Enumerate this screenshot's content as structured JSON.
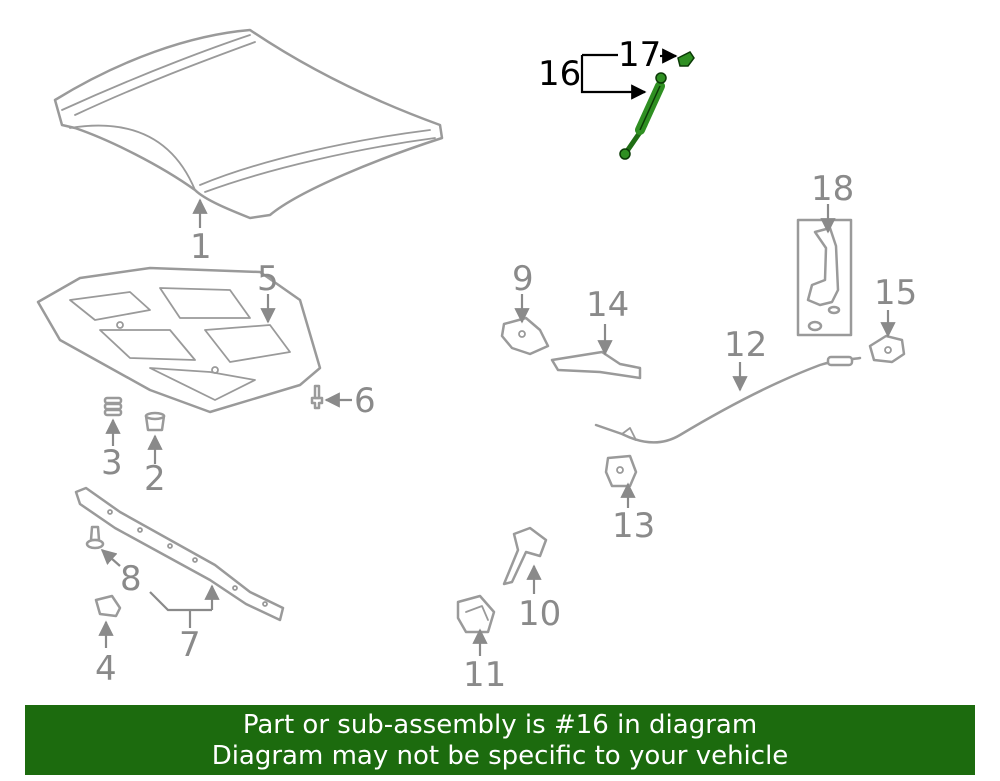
{
  "labels": {
    "l1": "1",
    "l2": "2",
    "l3": "3",
    "l4": "4",
    "l5": "5",
    "l6": "6",
    "l7": "7",
    "l8": "8",
    "l9": "9",
    "l10": "10",
    "l11": "11",
    "l12": "12",
    "l13": "13",
    "l14": "14",
    "l15": "15",
    "l16": "16",
    "l17": "17",
    "l18": "18"
  },
  "highlight_color": "#1c6b0e",
  "banner": {
    "line1": "Part or sub-assembly is #16 in diagram",
    "line2": "Diagram may not be specific to your vehicle"
  }
}
